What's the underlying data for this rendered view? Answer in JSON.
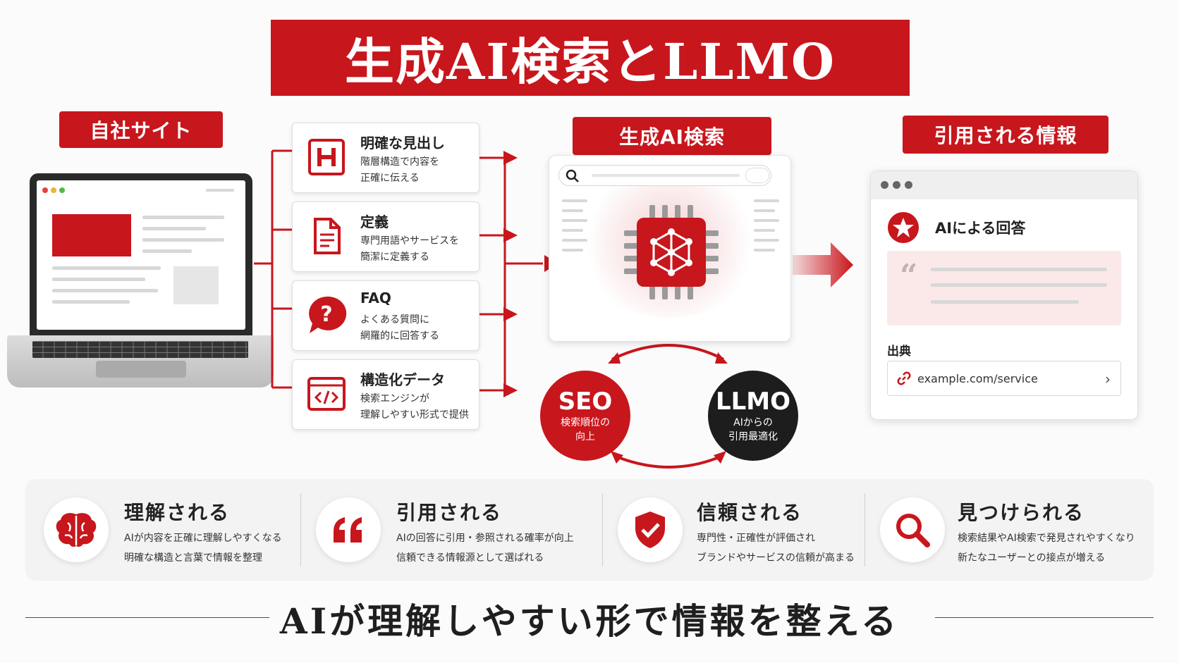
{
  "title": "生成AI検索とLLMO",
  "own_site": {
    "label": "自社サイト"
  },
  "features": [
    {
      "icon": "heading-icon",
      "title": "明確な見出し",
      "desc1": "階層構造で内容を",
      "desc2": "正確に伝える"
    },
    {
      "icon": "document-icon",
      "title": "定義",
      "desc1": "専門用語やサービスを",
      "desc2": "簡潔に定義する"
    },
    {
      "icon": "question-bubble-icon",
      "title": "FAQ",
      "desc1": "よくある質問に",
      "desc2": "網羅的に回答する"
    },
    {
      "icon": "code-icon",
      "title": "構造化データ",
      "desc1": "検索エンジンが",
      "desc2": "理解しやすい形式で提供"
    }
  ],
  "search": {
    "label": "生成AI検索"
  },
  "seo": {
    "title": "SEO",
    "line1": "検索順位の",
    "line2": "向上",
    "color": "#c8161d"
  },
  "llmo": {
    "title": "LLMO",
    "line1": "AIからの",
    "line2": "引用最適化",
    "color": "#1d1d1d"
  },
  "cited": {
    "label": "引用される情報",
    "answer_title": "AIによる回答",
    "source_label": "出典",
    "url": "example.com/service"
  },
  "benefits": [
    {
      "icon": "brain-icon",
      "title": "理解される",
      "desc1": "AIが内容を正確に理解しやすくなる",
      "desc2": "明確な構造と言葉で情報を整理"
    },
    {
      "icon": "quote-icon",
      "title": "引用される",
      "desc1": "AIの回答に引用・参照される確率が向上",
      "desc2": "信頼できる情報源として選ばれる"
    },
    {
      "icon": "shield-check-icon",
      "title": "信頼される",
      "desc1": "専門性・正確性が評価され",
      "desc2": "ブランドやサービスの信頼が高まる"
    },
    {
      "icon": "magnifier-icon",
      "title": "見つけられる",
      "desc1": "検索結果やAI検索で発見されやすくなり",
      "desc2": "新たなユーザーとの接点が増える"
    }
  ],
  "tagline": "AIが理解しやすい形で情報を整える",
  "colors": {
    "accent": "#c8161d",
    "dark": "#1d1d1d"
  }
}
